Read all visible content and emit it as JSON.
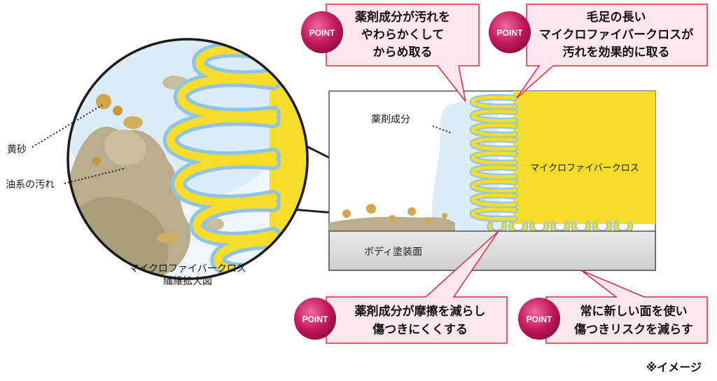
{
  "labels": {
    "ouki": "黄砂",
    "yukei": "油系の汚れ",
    "magnify_caption_1": "マイクロファイバークロス",
    "magnify_caption_2": "繊維拡大図",
    "chemical": "薬剤成分",
    "cloth": "マイクロファイバークロス",
    "surface": "ボディ塗装面",
    "note": "※イメージ"
  },
  "points": [
    {
      "badge": "POINT",
      "lines": [
        "薬剤成分が汚れを",
        "やわらかくして",
        "からめ取る"
      ]
    },
    {
      "badge": "POINT",
      "lines": [
        "毛足の長い",
        "マイクロファイバークロスが",
        "汚れを効果的に取る"
      ]
    },
    {
      "badge": "POINT",
      "lines": [
        "薬剤成分が摩擦を減らし",
        "傷つきにくくする"
      ]
    },
    {
      "badge": "POINT",
      "lines": [
        "常に新しい面を使い",
        "傷つきリスクを減らす"
      ]
    }
  ],
  "colors": {
    "cloth": "#f7dc2a",
    "fiber_outline": "#8ec3ea",
    "chemical_haze": "#dcedf7",
    "dirt": "#c2a36a",
    "oil_dirt": "#b9ad8c",
    "surface": "#d9d9d9",
    "callout_fill": "#fde6ee",
    "callout_border": "#e0283f",
    "badge": "#c2185b"
  }
}
